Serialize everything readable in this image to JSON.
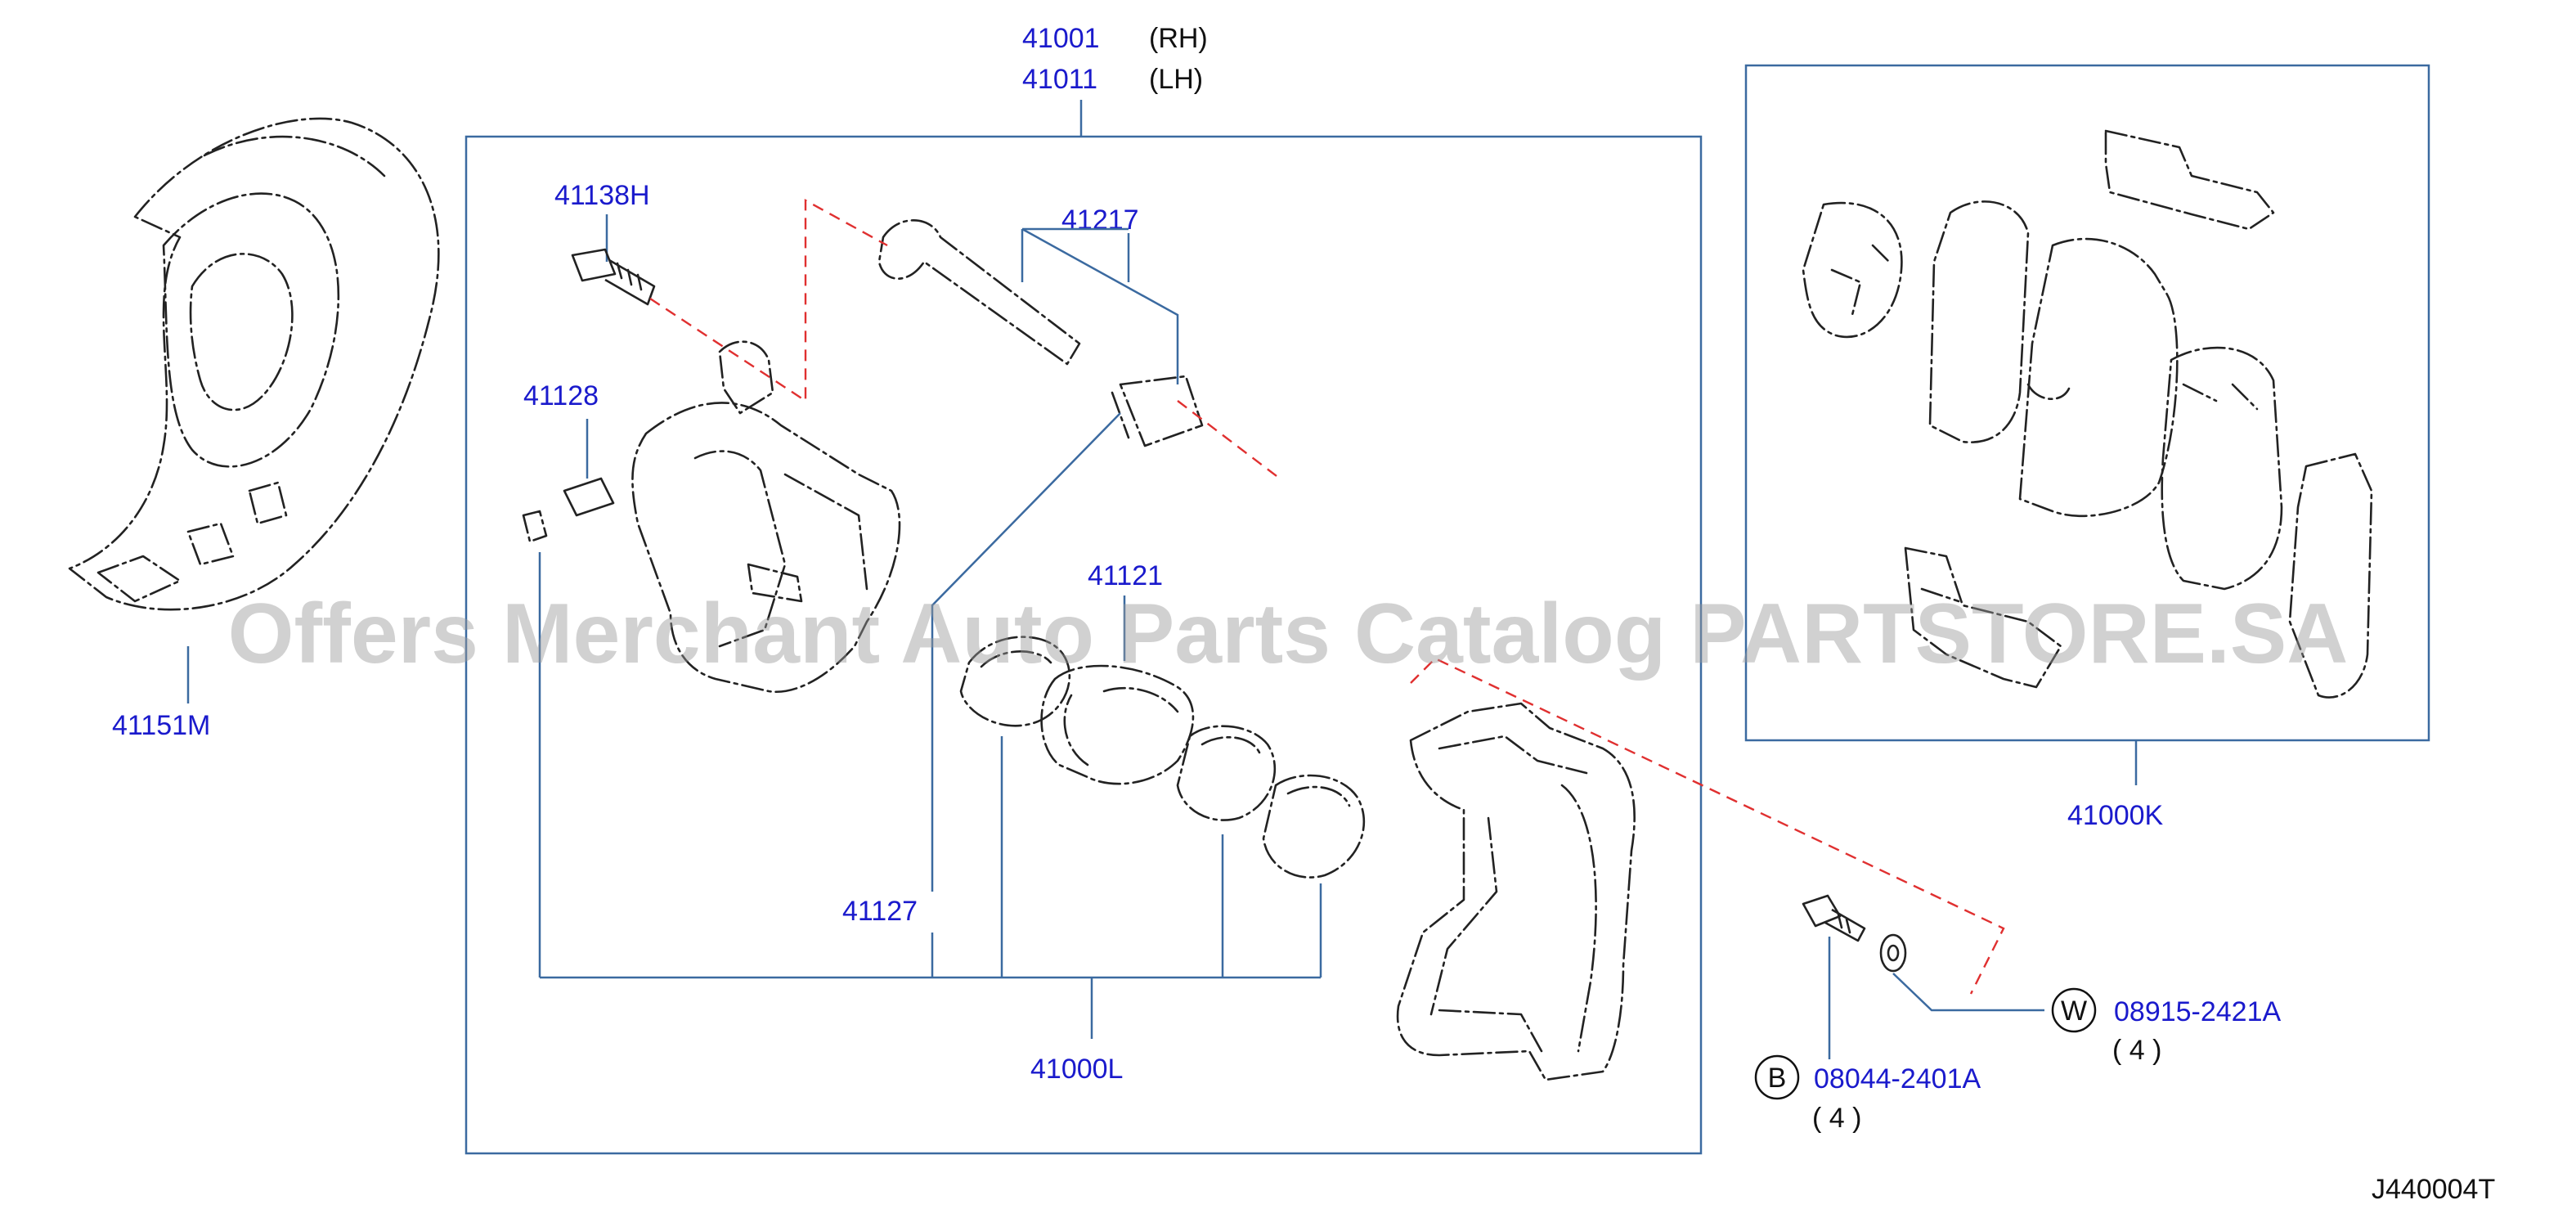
{
  "diagram": {
    "figure_code": "J440004T",
    "watermark": "Offers Merchant Auto Parts Catalog PARTSTORE.SA",
    "callouts": {
      "p41001": "41001",
      "rh": "(RH)",
      "p41011": "41011",
      "lh": "(LH)",
      "p41138h": "41138H",
      "p41217": "41217",
      "p41128": "41128",
      "p41121": "41121",
      "p41127": "41127",
      "p41000l": "41000L",
      "p41151m": "41151M",
      "p41000k": "41000K",
      "bolt_part": "08044-2401A",
      "bolt_symbol": "B",
      "bolt_qty": "( 4 )",
      "washer_part": "08915-2421A",
      "washer_symbol": "W",
      "washer_qty": "( 4 )"
    }
  }
}
